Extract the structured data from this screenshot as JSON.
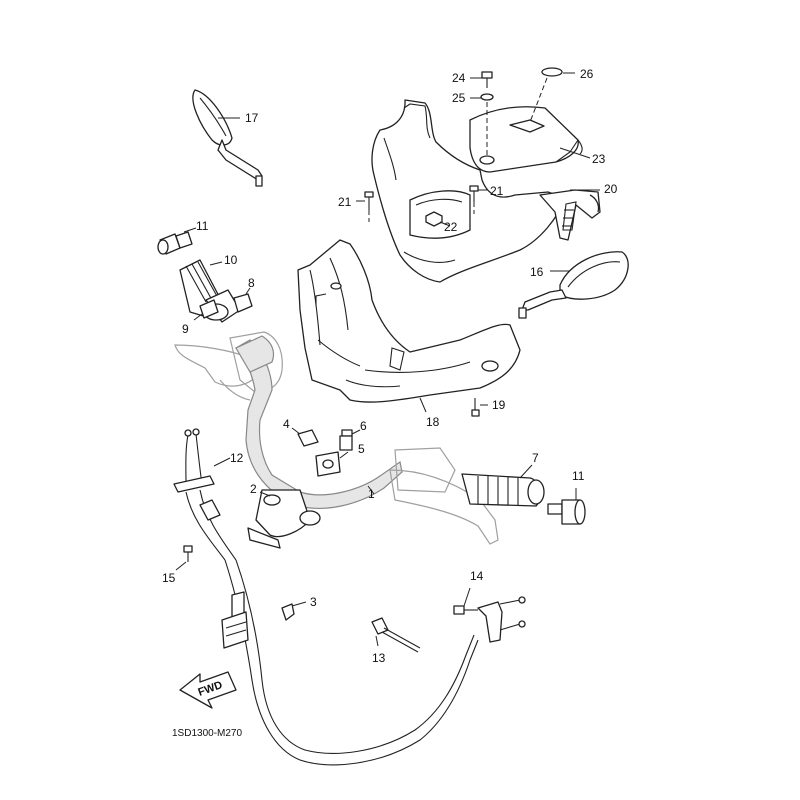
{
  "diagram_code": "1SD1300-M270",
  "fwd_label": "FWD",
  "parts": [
    {
      "id": "mirror-left",
      "num": "17"
    },
    {
      "id": "mirror-right",
      "num": "16"
    },
    {
      "id": "front-cover",
      "num": "20"
    },
    {
      "id": "screw-21a",
      "num": "21"
    },
    {
      "id": "screw-21b",
      "num": "21"
    },
    {
      "id": "nut-22",
      "num": "22"
    },
    {
      "id": "top-cover",
      "num": "23"
    },
    {
      "id": "bolt-24",
      "num": "24"
    },
    {
      "id": "washer-25",
      "num": "25"
    },
    {
      "id": "emblem-26",
      "num": "26"
    },
    {
      "id": "rear-cover",
      "num": "18"
    },
    {
      "id": "screw-19",
      "num": "19"
    },
    {
      "id": "end-cap-11a",
      "num": "11"
    },
    {
      "id": "throttle-grip",
      "num": "10"
    },
    {
      "id": "guide-8",
      "num": "8"
    },
    {
      "id": "guide-9",
      "num": "9"
    },
    {
      "id": "holder-4",
      "num": "4"
    },
    {
      "id": "bolt-6",
      "num": "6"
    },
    {
      "id": "upper-holder-5",
      "num": "5"
    },
    {
      "id": "handlebar",
      "num": "1"
    },
    {
      "id": "grip-7",
      "num": "7"
    },
    {
      "id": "end-cap-11b",
      "num": "11"
    },
    {
      "id": "lower-holder-2",
      "num": "2"
    },
    {
      "id": "throttle-cable-12",
      "num": "12"
    },
    {
      "id": "screw-15",
      "num": "15"
    },
    {
      "id": "clamp-3",
      "num": "3"
    },
    {
      "id": "screw-14",
      "num": "14"
    },
    {
      "id": "band-13",
      "num": "13"
    }
  ],
  "colors": {
    "line": "#222222",
    "ghost": "#a0a0a0",
    "fill": "#e6e6e6"
  }
}
